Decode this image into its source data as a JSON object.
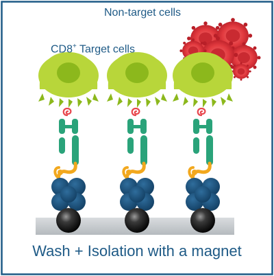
{
  "labels": {
    "non_target": "Non-target cells",
    "target_main": "CD8",
    "target_sup": "+",
    "target_rest": " Target cells",
    "caption": "Wash + Isolation with a magnet"
  },
  "colors": {
    "border": "#1e5a86",
    "text": "#1e5a86",
    "cell_green": "#b8d63a",
    "nucleus_green": "#8cb81c",
    "antibody_teal": "#2aa37a",
    "linker_gold": "#f2a81e",
    "streptavidin_blue": "#1b4f7a",
    "bead_black": "#1a1a1a",
    "red_cell": "#e0393e",
    "base_gray": "#c8ccd0"
  },
  "icons": [
    "cd8-target-cell",
    "antigen-receptor-icon",
    "antibody-icon",
    "linker-icon",
    "streptavidin-icon",
    "magnetic-bead-icon",
    "red-blood-cell-icon"
  ]
}
